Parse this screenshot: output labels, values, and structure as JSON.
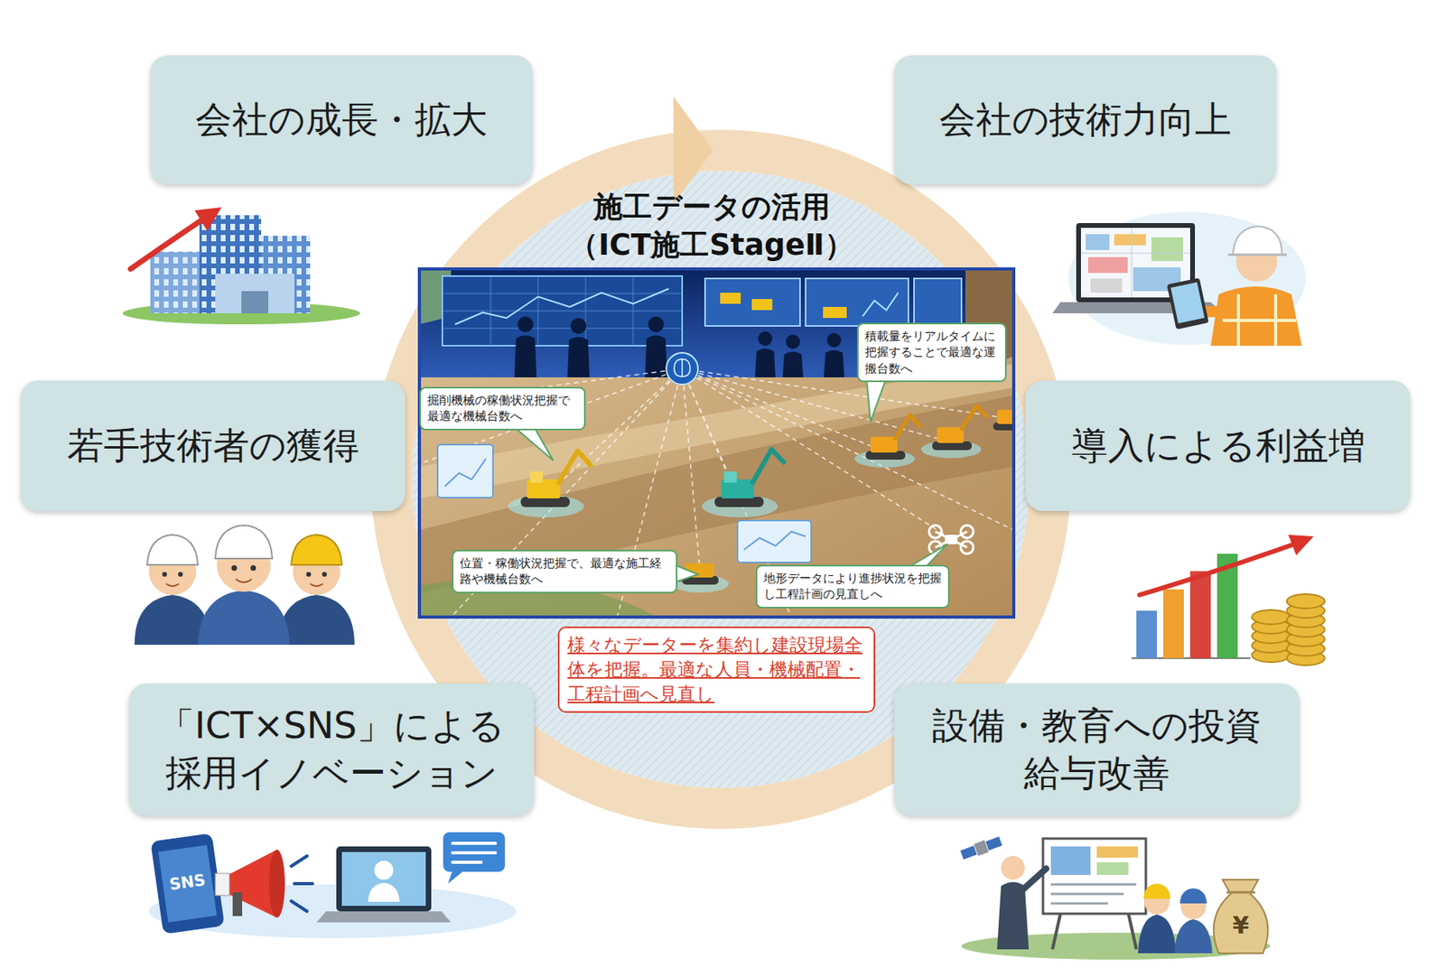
{
  "diagram": {
    "nodes": [
      {
        "text": [
          "会社の成長・拡大"
        ]
      },
      {
        "text": [
          "会社の技術力向上"
        ]
      },
      {
        "text": [
          "施工データの活用",
          "（ICT施工StageⅡ）"
        ]
      },
      {
        "text": [
          "積載量をリアルタイムに把握することで最適な運搬台数へ"
        ],
        "in": 2
      },
      {
        "text": [
          "掘削機械の稼働状況把握で最適な機械台数へ"
        ],
        "in": 2
      },
      {
        "text": [
          "位置・稼働状況把握で、最適な施工経路や機械台数へ"
        ],
        "in": 2
      },
      {
        "text": [
          "地形データにより進捗状況を把握し工程計画の見直しへ"
        ],
        "in": 2
      },
      {
        "text": [
          "様々なデーターを集約し建設現場全体を把握。最適な人員・機械配置・工程計画へ見直し"
        ],
        "in": 2
      },
      {
        "text": [
          "若手技術者の獲得"
        ]
      },
      {
        "text": [
          "導入による利益増"
        ]
      },
      {
        "text": [
          "「ICT×SNS」による 採用イノベーション"
        ]
      },
      {
        "text": [
          "設備・教育への投資 給与改善"
        ]
      }
    ],
    "labels": [
      "SNS",
      "¥"
    ]
  }
}
